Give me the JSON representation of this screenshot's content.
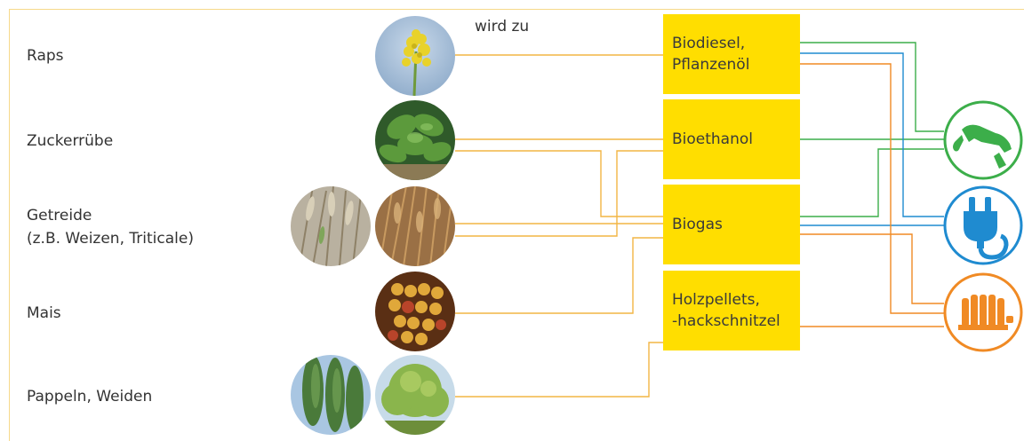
{
  "crops": [
    {
      "label": "Raps"
    },
    {
      "label": "Zuckerrübe"
    },
    {
      "label_line1": "Getreide",
      "label_line2": "(z.B. Weizen, Triticale)"
    },
    {
      "label": "Mais"
    },
    {
      "label": "Pappeln, Weiden"
    }
  ],
  "note": "wird zu",
  "products": [
    {
      "line1": "Biodiesel,",
      "line2": "Pflanzenöl"
    },
    {
      "line1": "Bioethanol"
    },
    {
      "line1": "Biogas"
    },
    {
      "line1": "Holzpellets,",
      "line2": "-hackschnitzel"
    }
  ],
  "uses": [
    {
      "icon": "fuel-pump-icon",
      "color": "#3cae4a"
    },
    {
      "icon": "power-plug-icon",
      "color": "#1f8bd0"
    },
    {
      "icon": "radiator-icon",
      "color": "#f08a24"
    }
  ],
  "colors": {
    "box": "#ffde00",
    "crop_line": "#f2b544",
    "green": "#3cae4a",
    "blue": "#1f8bd0",
    "orange": "#f08a24",
    "frame": "#f6d98a"
  }
}
